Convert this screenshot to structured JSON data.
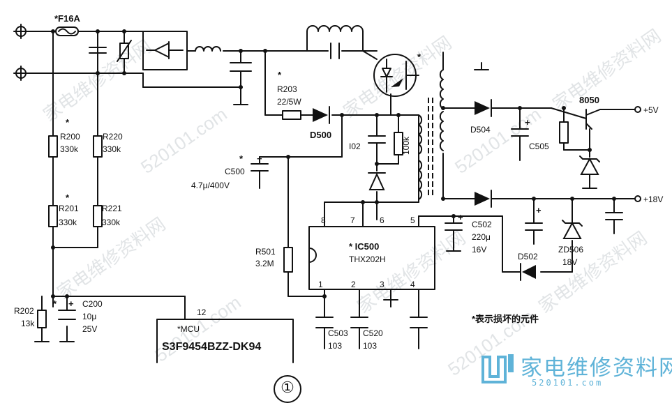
{
  "fuse": {
    "label": "*F16A"
  },
  "resistors": {
    "r200": {
      "mark": "*",
      "name": "R200",
      "value": "330k"
    },
    "r220": {
      "name": "R220",
      "value": "330k"
    },
    "r201": {
      "mark": "*",
      "name": "R201",
      "value": "330k"
    },
    "r221": {
      "name": "R221",
      "value": "330k"
    },
    "r202": {
      "name": "R202",
      "value": "13k"
    },
    "r203": {
      "mark": "*",
      "name": "R203",
      "value": "22/5W"
    },
    "r501": {
      "name": "R501",
      "value": "3.2M"
    },
    "r100k": {
      "value": "100k"
    }
  },
  "capacitors": {
    "c500": {
      "mark": "*",
      "name": "C500",
      "value": "4.7μ/400V"
    },
    "c200": {
      "mark": "*",
      "name": "C200",
      "value": "10μ",
      "voltage": "25V"
    },
    "c502": {
      "name": "C502",
      "value": "220μ",
      "voltage": "16V"
    },
    "c503": {
      "name": "C503",
      "value": "103"
    },
    "c520": {
      "name": "C520",
      "value": "103"
    },
    "c505": {
      "name": "C505"
    },
    "i02": {
      "name": "I02"
    }
  },
  "diodes": {
    "d500": "D500",
    "d504": "D504",
    "d502": "D502",
    "zd506": {
      "name": "ZD506",
      "value": "18V"
    }
  },
  "transistor": {
    "name": "8050"
  },
  "ic": {
    "name": "* IC500",
    "part": "THX202H",
    "pins_top": [
      "8",
      "7",
      "6",
      "5"
    ],
    "pins_bottom": [
      "1",
      "2",
      "3",
      "4"
    ]
  },
  "mcu": {
    "label": "*MCU",
    "pin": "12",
    "part": "S3F9454BZZ-DK94"
  },
  "outputs": {
    "v5": "+5V",
    "v18": "+18V"
  },
  "mosfet_mark": "*",
  "note": "*表示损坏的元件",
  "page_number": "①",
  "watermark": {
    "text_cn": "家电维修资料网",
    "text_url": "520101.com",
    "logo_cn": "家电维修资料网",
    "logo_url": "520101.com",
    "logo_color": "#5fb3d8"
  }
}
